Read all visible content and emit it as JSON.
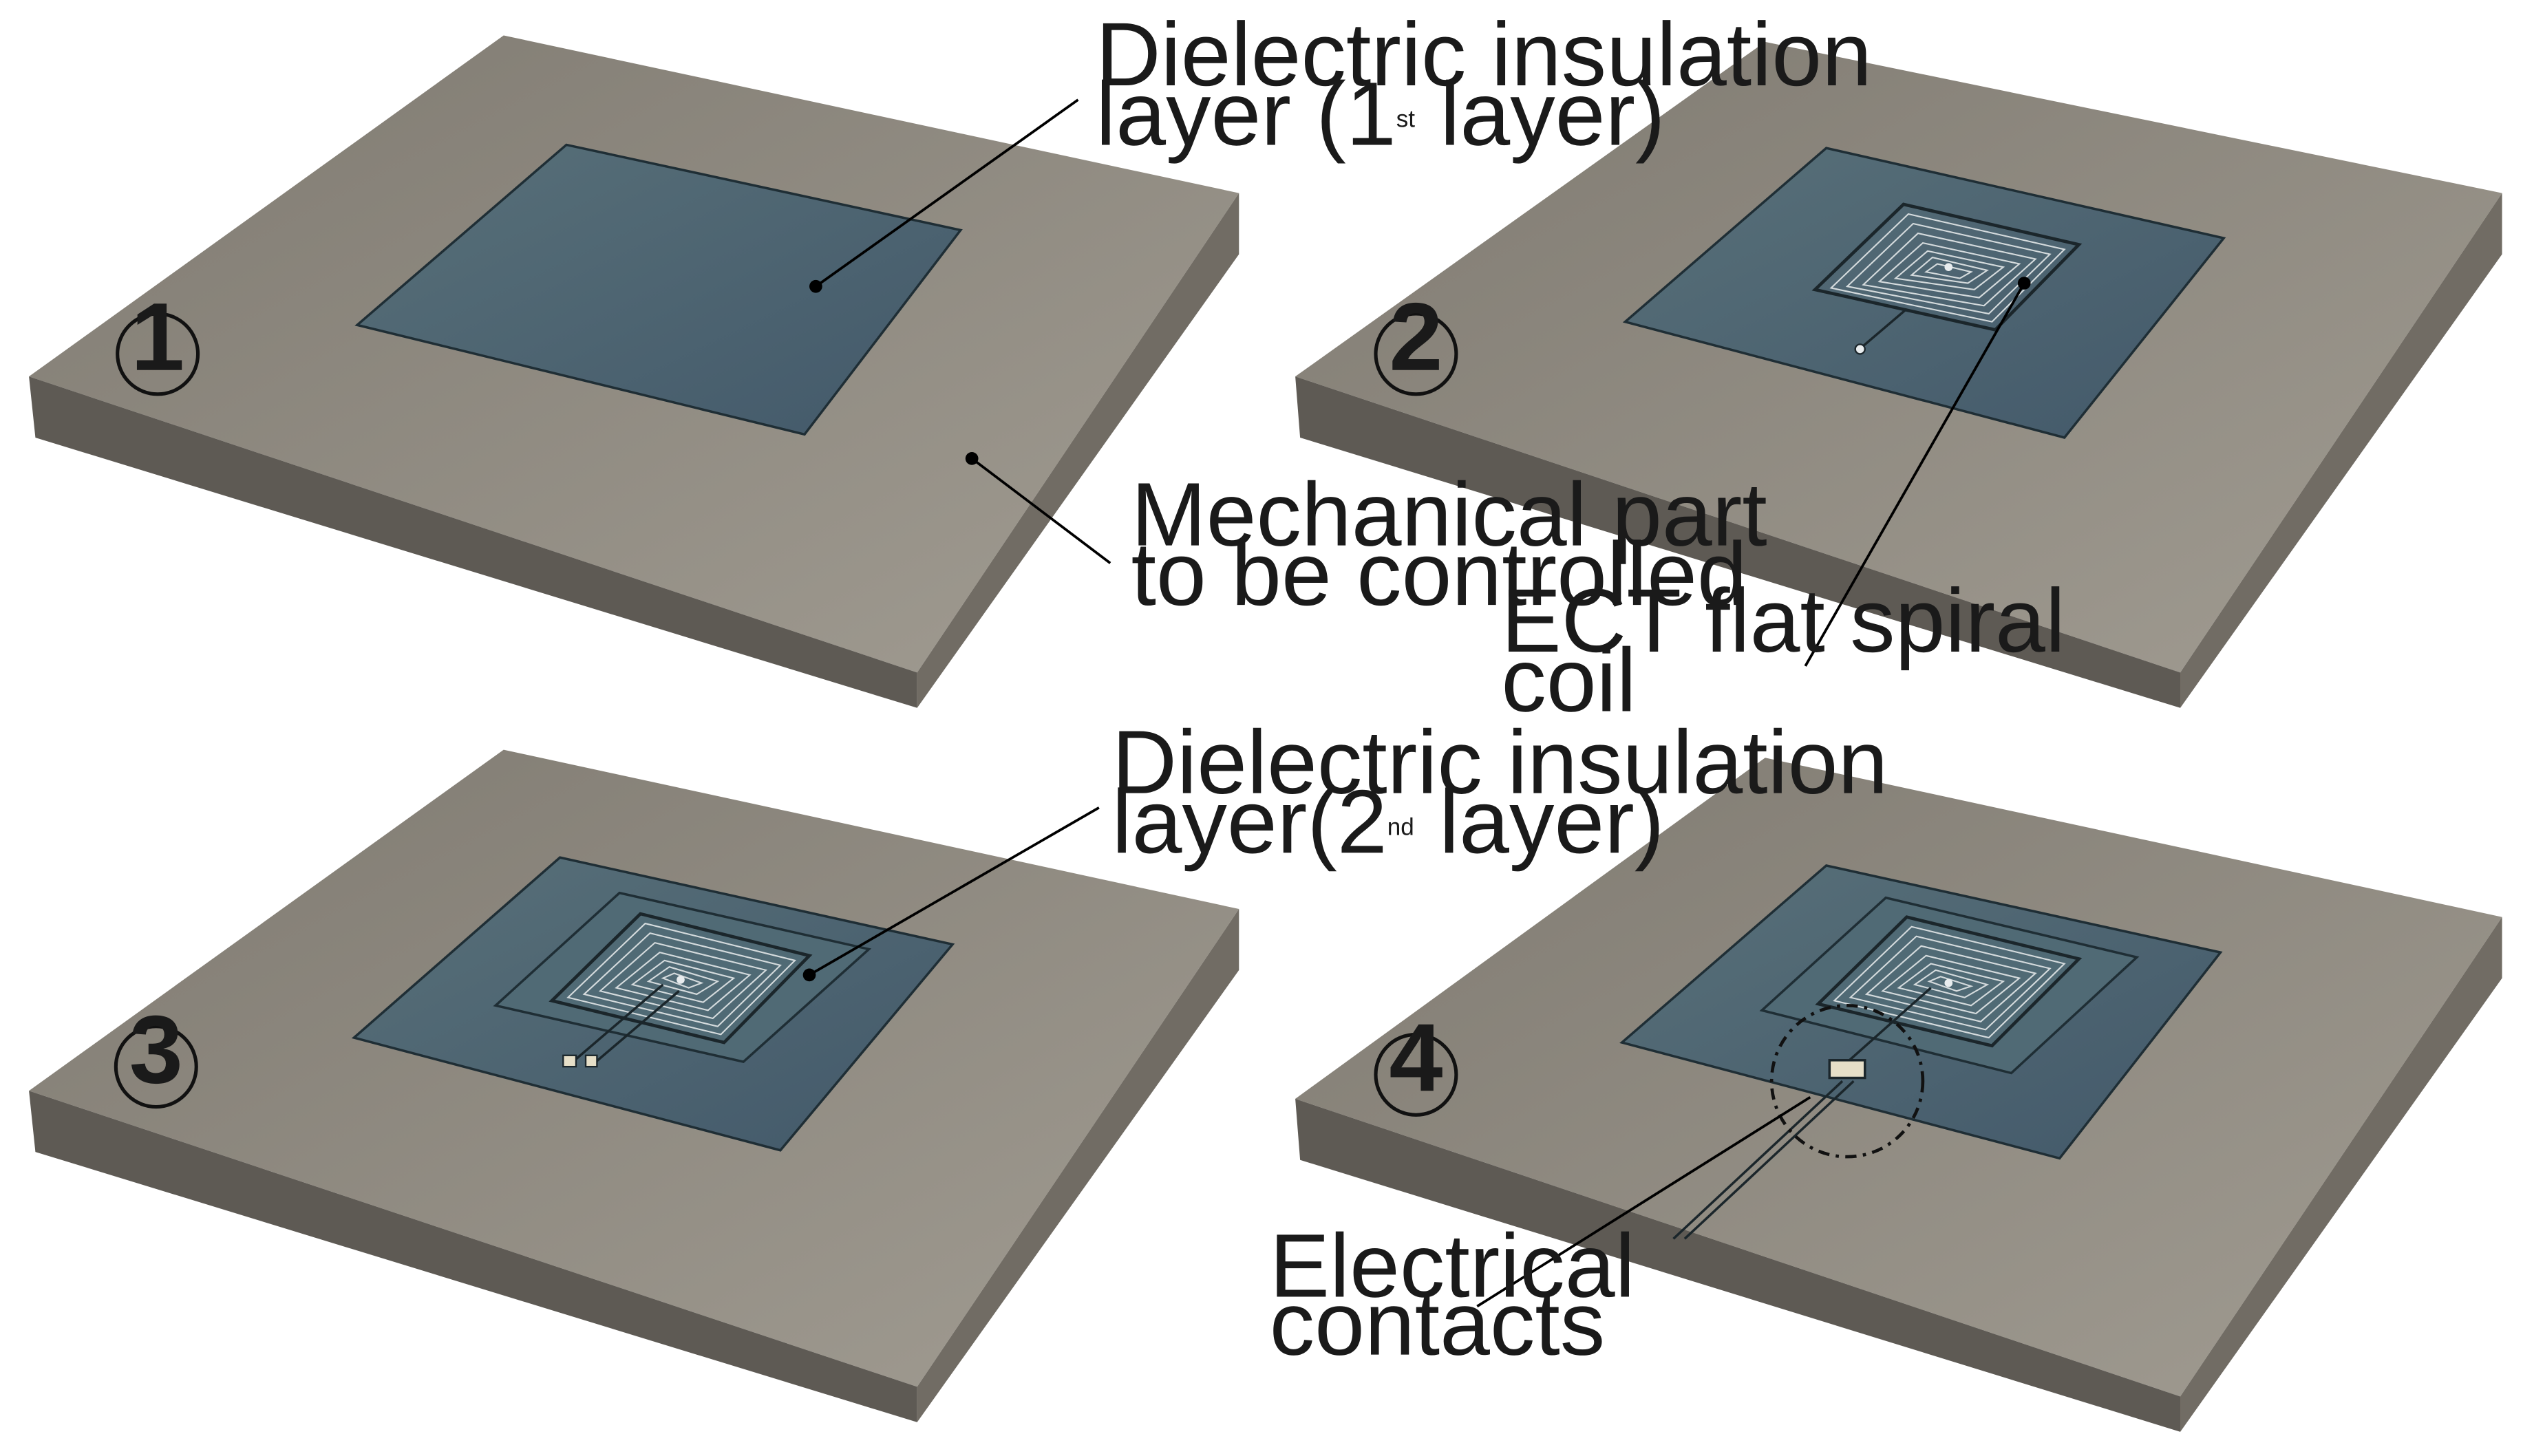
{
  "colors": {
    "plate_top": "#8d887e",
    "plate_front": "#5e5a54",
    "plate_side": "#716c64",
    "dielectric": "#4e6670",
    "dielectric_edge": "#1f2e35",
    "coil_line": "#d5dbdd",
    "leader": "#000000"
  },
  "panels": [
    {
      "id": 1,
      "step": "1",
      "has_coil": false,
      "has_second_layer": false,
      "has_contacts": false
    },
    {
      "id": 2,
      "step": "2",
      "has_coil": true,
      "has_second_layer": false,
      "has_contacts": false
    },
    {
      "id": 3,
      "step": "3",
      "has_coil": true,
      "has_second_layer": true,
      "has_contacts": false
    },
    {
      "id": 4,
      "step": "4",
      "has_coil": true,
      "has_second_layer": true,
      "has_contacts": true
    }
  ],
  "labels": {
    "dielectric1_line1": "Dielectric insulation",
    "dielectric1_line2_pre": "layer (1",
    "dielectric1_sup": "st",
    "dielectric1_line2_post": " layer)",
    "mechanical_line1": "Mechanical part",
    "mechanical_line2": "to be controlled",
    "ect_line1": "ECT flat spiral",
    "ect_line2": "coil",
    "dielectric2_line1": "Dielectric insulation",
    "dielectric2_line2_pre": "layer(2",
    "dielectric2_sup": "nd",
    "dielectric2_line2_post": " layer)",
    "contacts_line1": "Electrical",
    "contacts_line2": "contacts"
  }
}
